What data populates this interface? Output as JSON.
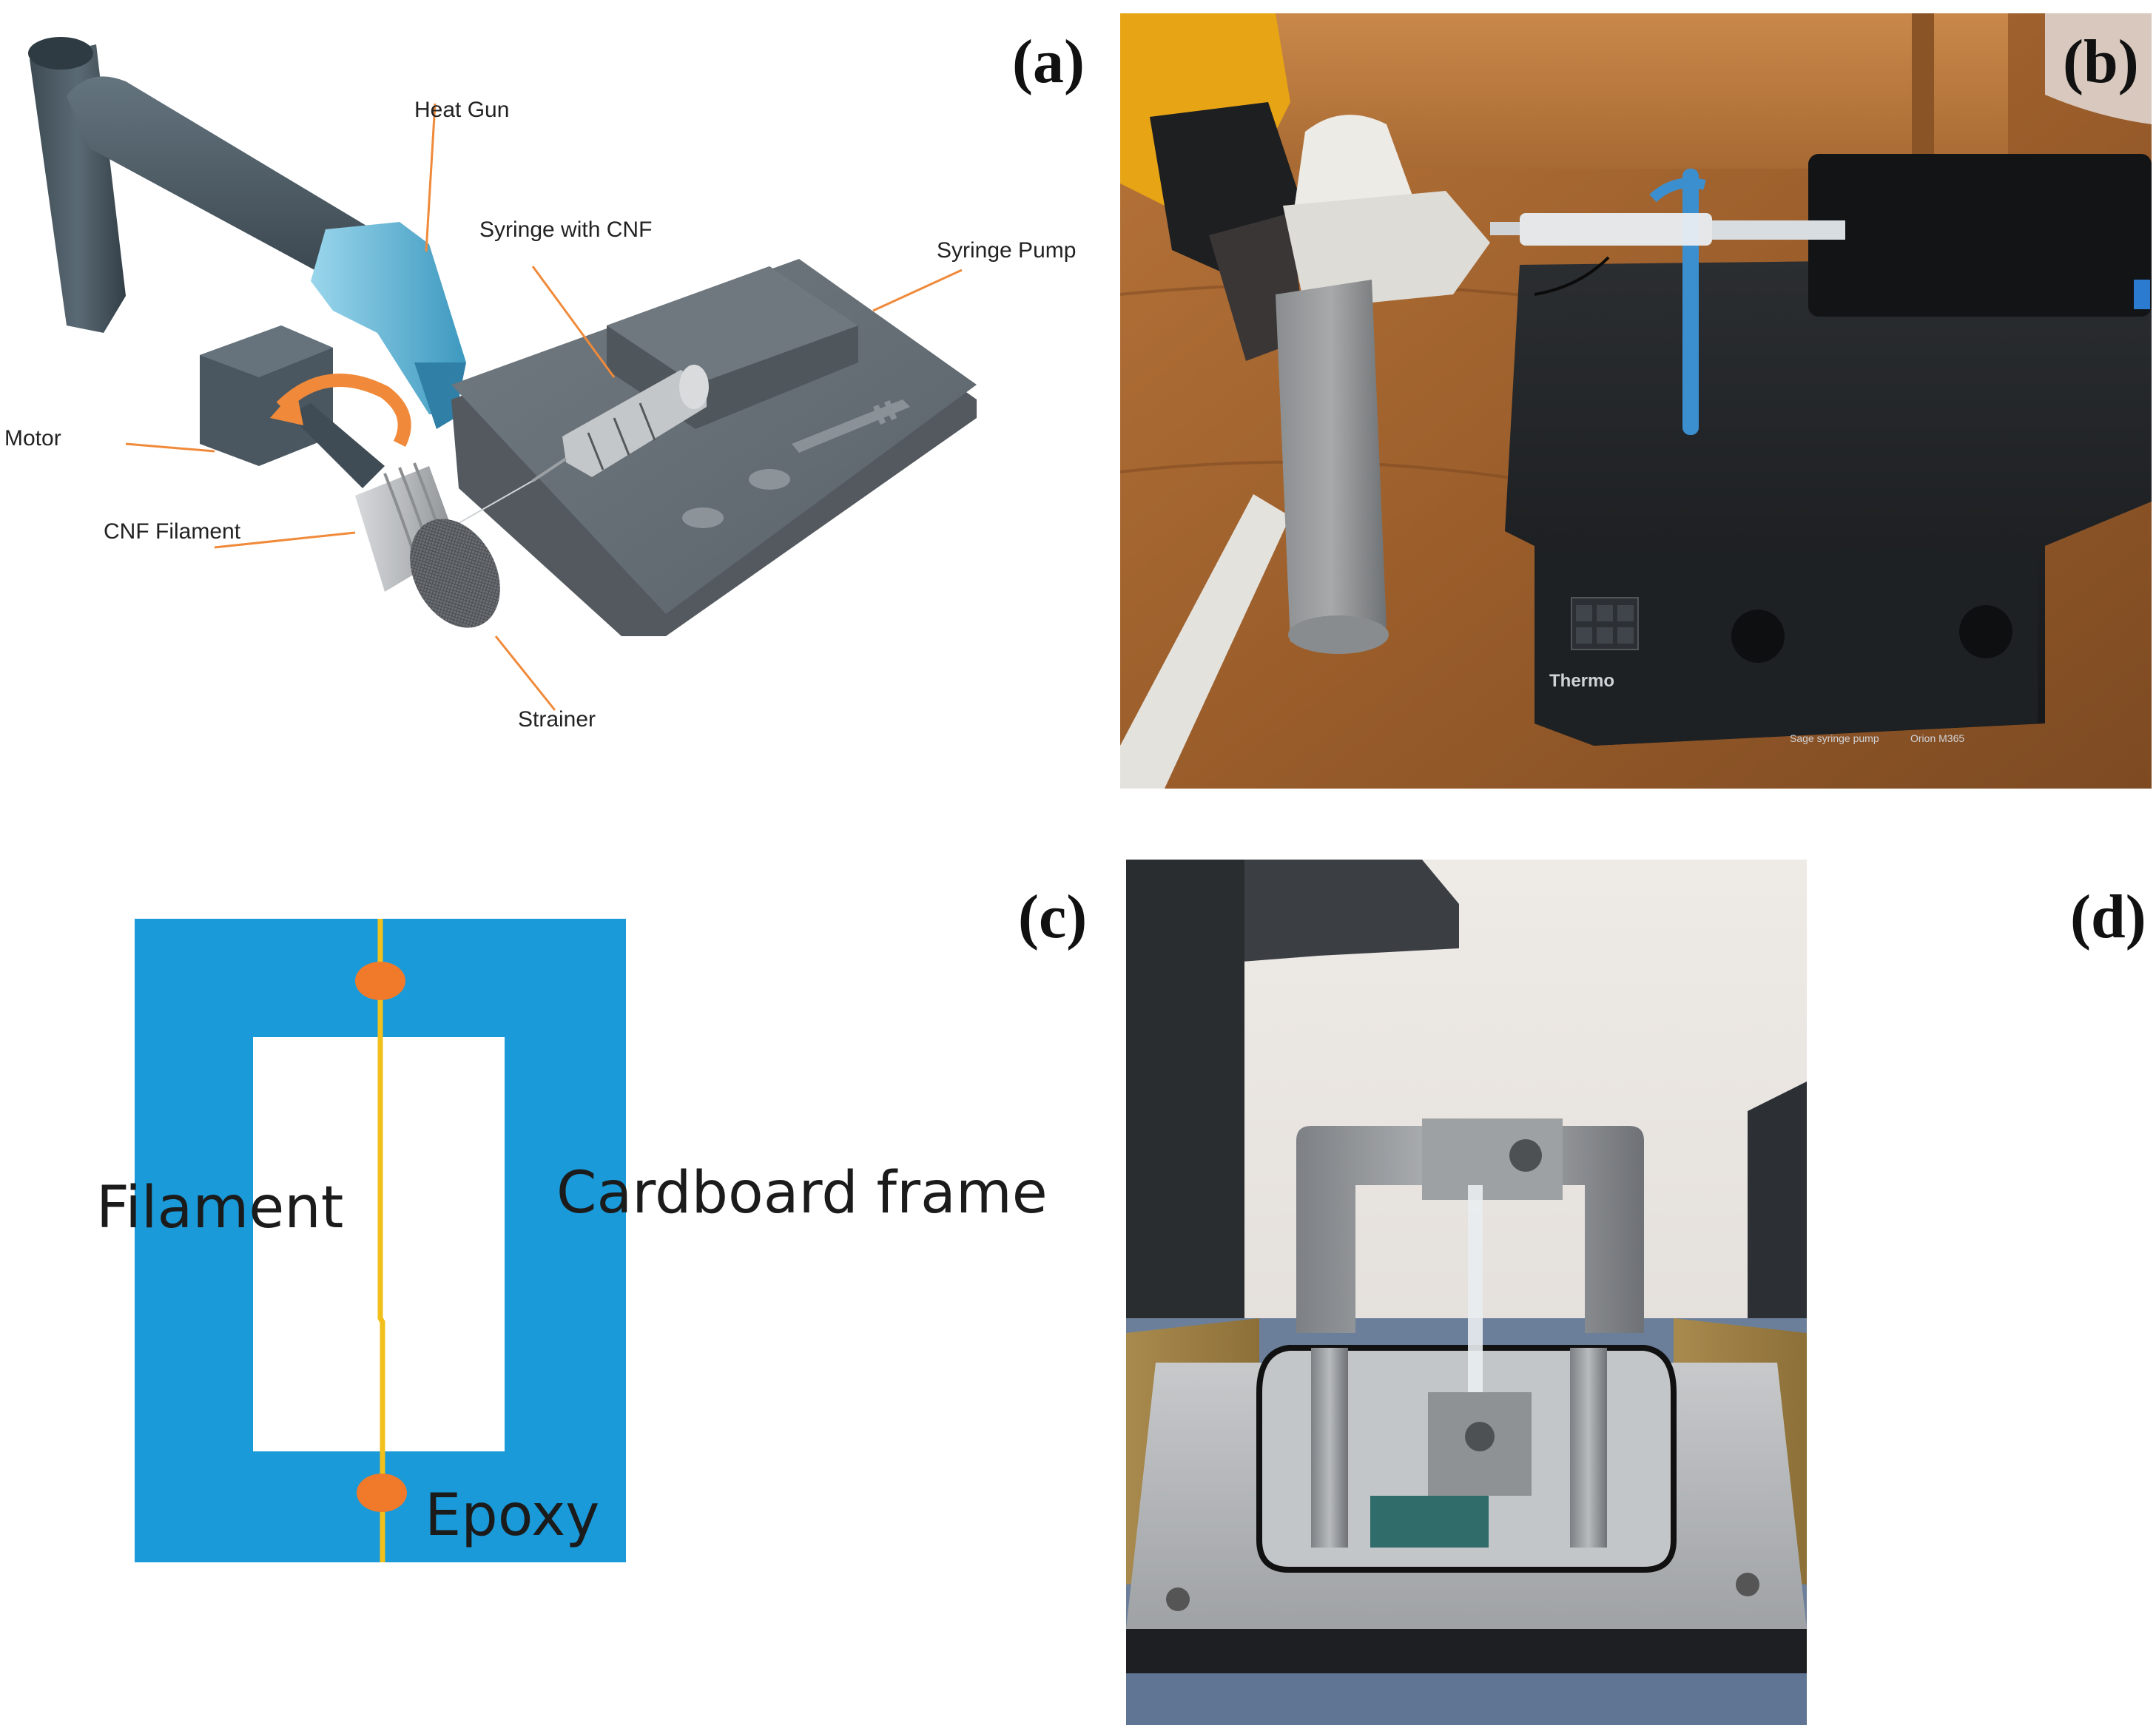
{
  "panels": {
    "a": {
      "label": "(a)",
      "callouts": {
        "heat_gun": "Heat Gun",
        "syringe": "Syringe with CNF",
        "syringe_pump": "Syringe Pump",
        "motor": "Motor",
        "filament": "CNF Filament",
        "strainer": "Strainer"
      }
    },
    "b": {
      "label": "(b)",
      "brand": "Thermo",
      "pump_name": "Sage syringe pump",
      "pump_model": "Orion M365"
    },
    "c": {
      "label": "(c)",
      "filament": "Filament",
      "frame": "Cardboard frame",
      "epoxy": "Epoxy"
    },
    "d": {
      "label": "(d)"
    }
  },
  "colors": {
    "frame_blue": "#1a9ad8",
    "epoxy_orange": "#f07a2a",
    "filament_yellow": "#f2c01a",
    "arrow_orange": "#f08a3a",
    "heat_gun_blue": "#5fb6d6"
  }
}
